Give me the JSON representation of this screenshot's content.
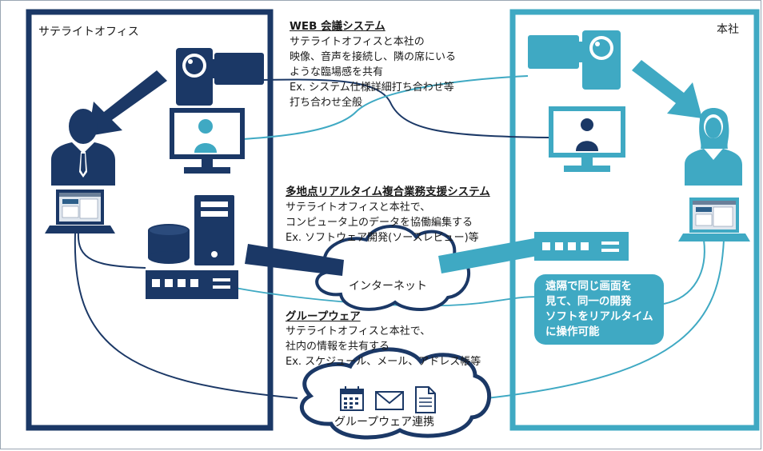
{
  "panels": {
    "satellite_label": "サテライトオフィス",
    "hq_label": "本社"
  },
  "web_conference": {
    "title": "WEB 会議システム",
    "lines": [
      "サテライトオフィスと本社の",
      "映像、音声を接続し、隣の席にいる",
      "ような臨場感を共有",
      "Ex. システム仕様詳細打ち合わせ等",
      "打ち合わせ全般"
    ]
  },
  "multisite": {
    "title": "多地点リアルタイム複合業務支援システム",
    "lines": [
      "サテライトオフィスと本社で、",
      "コンピュータ上のデータを協働編集する",
      "Ex. ソフトウェア開発(ソースレビュー)等"
    ]
  },
  "groupware": {
    "title": "グループウェア",
    "lines": [
      "サテライトオフィスと本社で、",
      "社内の情報を共有する",
      "Ex. スケジュール、メール、アドレス帳等"
    ]
  },
  "internet_label": "インターネット",
  "groupware_cloud_label": "グループウェア連携",
  "callout": {
    "lines": [
      "遠隔で同じ画面を",
      "見て、同一の開発",
      "ソフトをリアルタイム",
      "に操作可能"
    ]
  },
  "colors": {
    "navy": "#1b3866",
    "teal": "#3fa9c3",
    "white": "#ffffff"
  }
}
